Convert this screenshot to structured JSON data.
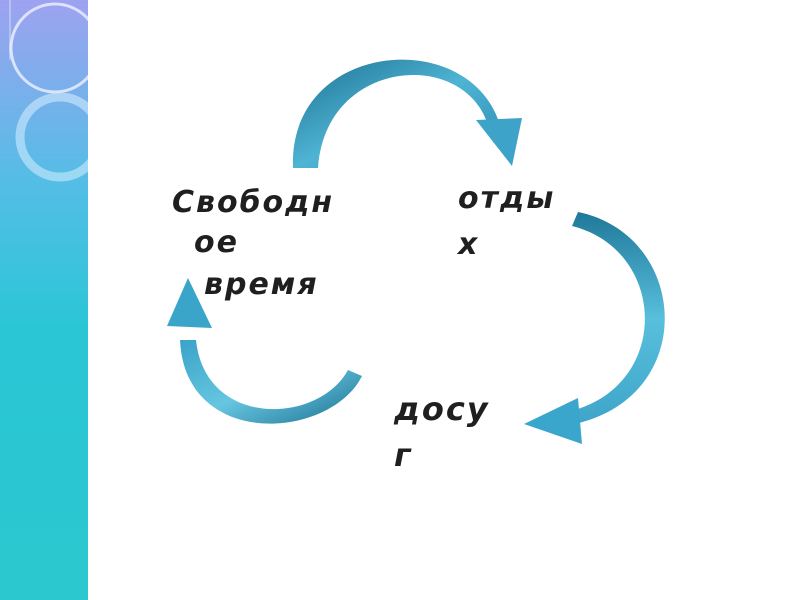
{
  "diagram": {
    "nodes": {
      "free_time": {
        "lines": [
          "Свободн",
          "ое",
          "время"
        ]
      },
      "rest": {
        "lines": [
          "отды",
          "х"
        ]
      },
      "leisure": {
        "lines": [
          "досу",
          "г"
        ]
      }
    },
    "colors": {
      "arrow_light": "#5cc0dc",
      "arrow_dark": "#1c6f91",
      "text": "#1f1f1f",
      "strip_top": "#9ea2f0",
      "strip_bottom": "#2bc8cf"
    }
  }
}
